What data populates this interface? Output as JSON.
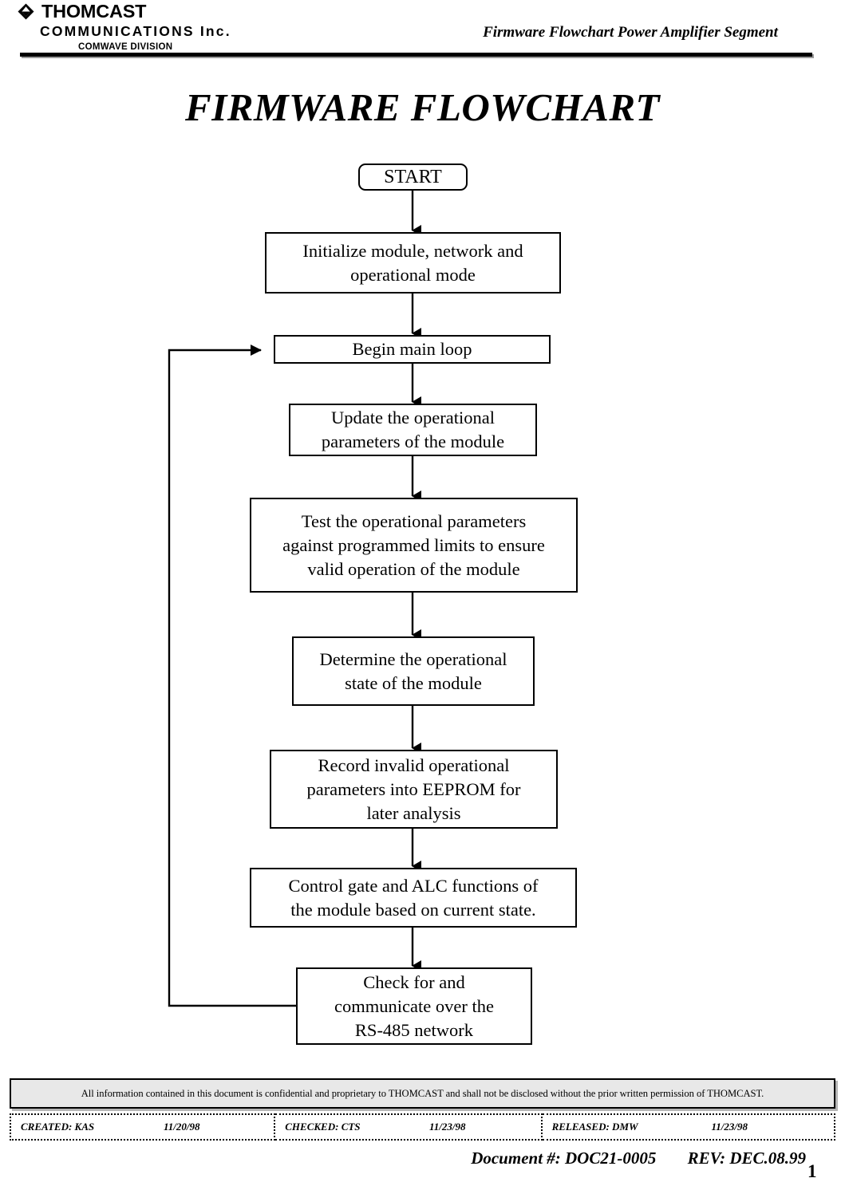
{
  "header": {
    "logo": {
      "mark": "diamond-logo-icon",
      "line1": "THOMCAST",
      "line2": "COMMUNICATIONS Inc.",
      "line3": "COMWAVE DIVISION"
    },
    "title": "Firmware Flowchart Power Amplifier Segment"
  },
  "page_title": "FIRMWARE FLOWCHART",
  "flowchart": {
    "nodes": [
      {
        "id": "start",
        "shape": "terminal",
        "text": "START"
      },
      {
        "id": "init",
        "shape": "process",
        "text": "Initialize module, network and\noperational mode"
      },
      {
        "id": "beginloop",
        "shape": "process",
        "text": "Begin main loop"
      },
      {
        "id": "update",
        "shape": "process",
        "text": "Update the operational\nparameters of the module"
      },
      {
        "id": "test",
        "shape": "process",
        "text": "Test the operational parameters\nagainst programmed limits to ensure\nvalid operation of the module"
      },
      {
        "id": "determine",
        "shape": "process",
        "text": "Determine the operational\nstate of the module"
      },
      {
        "id": "record",
        "shape": "process",
        "text": "Record invalid operational\nparameters into EEPROM for\nlater analysis"
      },
      {
        "id": "control",
        "shape": "process",
        "text": "Control gate and ALC functions of\nthe module based on current state."
      },
      {
        "id": "check",
        "shape": "process",
        "text": "Check for and\ncommunicate over the\nRS-485 network"
      }
    ],
    "edges": [
      {
        "from": "start",
        "to": "init",
        "kind": "down-arrow"
      },
      {
        "from": "init",
        "to": "beginloop",
        "kind": "down-arrow"
      },
      {
        "from": "beginloop",
        "to": "update",
        "kind": "down-arrow"
      },
      {
        "from": "update",
        "to": "test",
        "kind": "down-arrow"
      },
      {
        "from": "test",
        "to": "determine",
        "kind": "down-arrow"
      },
      {
        "from": "determine",
        "to": "record",
        "kind": "down-arrow"
      },
      {
        "from": "record",
        "to": "control",
        "kind": "down-arrow"
      },
      {
        "from": "control",
        "to": "check",
        "kind": "down-arrow"
      },
      {
        "from": "check",
        "to": "beginloop",
        "kind": "loop-back-left-arrow"
      }
    ]
  },
  "footer": {
    "confidential": "All information contained in this document is confidential and proprietary to THOMCAST and shall not be disclosed without the prior written permission of THOMCAST.",
    "signoff": [
      {
        "label": "CREATED: KAS",
        "date": "11/20/98"
      },
      {
        "label": "CHECKED: CTS",
        "date": "11/23/98"
      },
      {
        "label": "RELEASED: DMW",
        "date": "11/23/98"
      }
    ],
    "document_number": "Document #: DOC21-0005",
    "revision": "REV: DEC.08.99",
    "page_number": "1"
  },
  "colors": {
    "ink": "#000000",
    "paper": "#ffffff",
    "bar_fill": "#e8e8e8",
    "shadow": "#b5b5b5"
  }
}
